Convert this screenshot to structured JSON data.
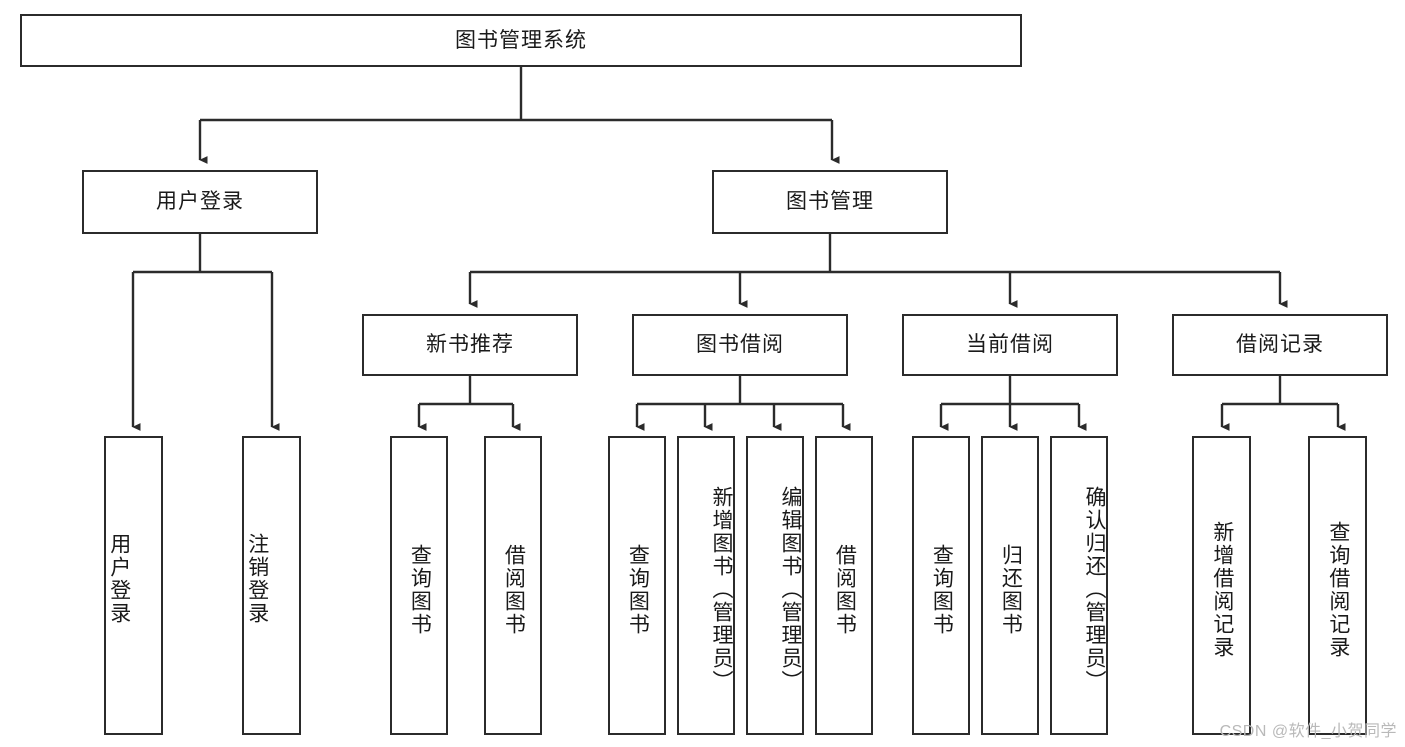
{
  "diagram": {
    "title_node": {
      "label": "图书管理系统"
    },
    "level2": [
      {
        "id": "user-login",
        "label": "用户登录"
      },
      {
        "id": "book-management",
        "label": "图书管理"
      }
    ],
    "level3": [
      {
        "id": "new-book-recommendation",
        "label": "新书推荐"
      },
      {
        "id": "book-borrowing",
        "label": "图书借阅"
      },
      {
        "id": "current-borrowing",
        "label": "当前借阅"
      },
      {
        "id": "borrow-records",
        "label": "借阅记录"
      }
    ],
    "leaves": {
      "user_login": [
        {
          "id": "leaf-user-login",
          "label": "用户登录"
        },
        {
          "id": "leaf-logout",
          "label": "注销登录"
        }
      ],
      "new_book_recommendation": [
        {
          "id": "leaf-query-books-1",
          "label": "查询图书"
        },
        {
          "id": "leaf-borrow-books-1",
          "label": "借阅图书"
        }
      ],
      "book_borrowing": [
        {
          "id": "leaf-query-books-2",
          "label": "查询图书"
        },
        {
          "id": "leaf-add-book-admin",
          "label": "新增图书（管理员）"
        },
        {
          "id": "leaf-edit-book-admin",
          "label": "编辑图书（管理员）"
        },
        {
          "id": "leaf-borrow-books-2",
          "label": "借阅图书"
        }
      ],
      "current_borrowing": [
        {
          "id": "leaf-query-books-3",
          "label": "查询图书"
        },
        {
          "id": "leaf-return-books",
          "label": "归还图书"
        },
        {
          "id": "leaf-confirm-return-admin",
          "label": "确认归还（管理员）"
        }
      ],
      "borrow_records": [
        {
          "id": "leaf-add-borrow-record",
          "label": "新增借阅记录"
        },
        {
          "id": "leaf-query-borrow-record",
          "label": "查询借阅记录"
        }
      ]
    },
    "colors": {
      "stroke": "#2b2b2b",
      "background": "#ffffff",
      "text": "#1a1a1a",
      "watermark": "#b9b9b9"
    }
  },
  "watermark": {
    "text": "CSDN @软件_小贺同学"
  }
}
